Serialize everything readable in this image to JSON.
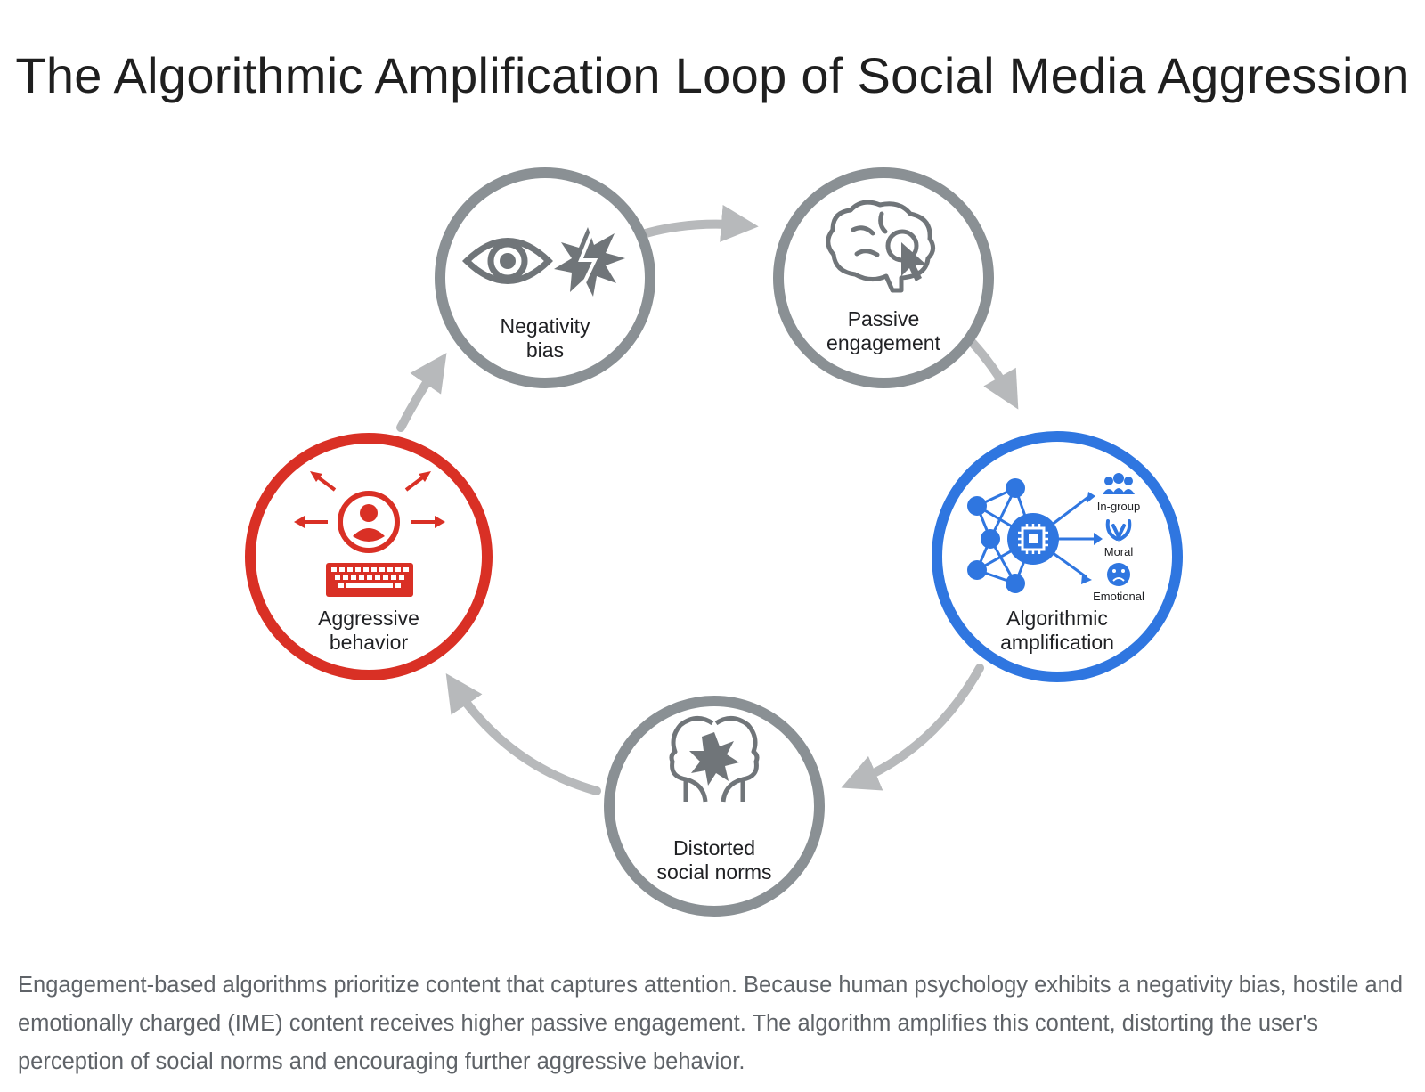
{
  "title": "The Algorithmic Amplification Loop of Social Media Aggression",
  "nodes": [
    {
      "id": "negativity-bias",
      "label_line1": "Negativity",
      "label_line2": "bias",
      "icons": [
        "eye-icon",
        "burst-icon"
      ]
    },
    {
      "id": "passive-engagement",
      "label_line1": "Passive",
      "label_line2": "engagement",
      "icons": [
        "brain-click-icon"
      ]
    },
    {
      "id": "algorithmic-amplification",
      "label_line1": "Algorithmic",
      "label_line2": "amplification",
      "icons": [
        "neural-network-icon",
        "chip-icon",
        "group-icon",
        "hands-icon",
        "sad-face-icon"
      ],
      "outputs": [
        "In-group",
        "Moral",
        "Emotional"
      ]
    },
    {
      "id": "distorted-social-norms",
      "label_line1": "Distorted",
      "label_line2": "social norms",
      "icons": [
        "two-heads-icon"
      ]
    },
    {
      "id": "aggressive-behavior",
      "label_line1": "Aggressive",
      "label_line2": "behavior",
      "icons": [
        "user-icon",
        "keyboard-icon",
        "arrows-out-icon"
      ]
    }
  ],
  "colors": {
    "neutral_ring": "#8a9094",
    "aggression_ring": "#d93025",
    "algorithm_ring": "#2f76e0",
    "arrow": "#b7b9bb",
    "icon_gray": "#707579",
    "caption_text": "#5f6368"
  },
  "caption": "Engagement-based algorithms prioritize content that captures attention. Because human psychology exhibits a negativity bias, hostile and emotionally charged (IME) content receives higher passive engagement. The algorithm amplifies this content, distorting the user's perception of social norms and encouraging further aggressive behavior."
}
